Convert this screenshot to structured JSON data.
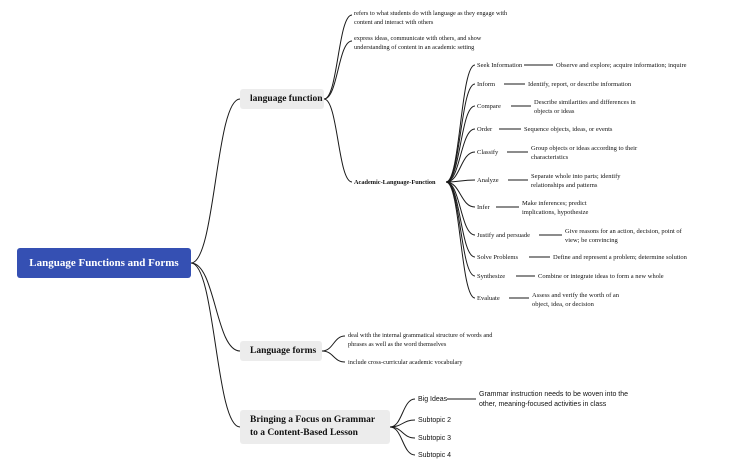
{
  "root": {
    "label": "Language Functions and Forms"
  },
  "branches": {
    "language_function": {
      "label": "language function",
      "notes": [
        "refers to what students do with language as they engage with content and interact with others",
        "express ideas, communicate with others, and show understanding of content in an academic setting"
      ],
      "academic": {
        "label": "Academic-Language-Function",
        "items": [
          {
            "name": "Seek Information",
            "desc": "Observe and explore; acquire information; inquire"
          },
          {
            "name": "Inform",
            "desc": "Identify, report, or describe information"
          },
          {
            "name": "Compare",
            "desc": "Describe similarities and differences in objects or ideas"
          },
          {
            "name": "Order",
            "desc": "Sequence objects, ideas, or events"
          },
          {
            "name": "Classify",
            "desc": "Group objects or ideas according to their characteristics"
          },
          {
            "name": "Analyze",
            "desc": "Separate whole into parts; identify relationships and patterns"
          },
          {
            "name": "Infer",
            "desc": "Make inferences; predict implications, hypothesize"
          },
          {
            "name": "Justify and persuade",
            "desc": "Give reasons for an action, decision, point of view; be convincing"
          },
          {
            "name": "Solve Problems",
            "desc": "Define and represent a problem; determine solution"
          },
          {
            "name": "Synthesize",
            "desc": "Combine or integrate ideas to form a new whole"
          },
          {
            "name": "Evaluate",
            "desc": "Assess and verify the worth of an object, idea, or decision"
          }
        ]
      }
    },
    "language_forms": {
      "label": "Language forms",
      "notes": [
        "deal with the internal grammatical structure of words and phrases as well as the word themselves",
        "include cross-curricular academic vocabulary"
      ]
    },
    "grammar": {
      "label": "Bringing a Focus on Grammar to a Content-Based Lesson",
      "subtopics": [
        {
          "name": "Big Ideas",
          "desc": "Grammar instruction needs to be woven into the other, meaning-focused activities in class"
        },
        {
          "name": "Subtopic 2"
        },
        {
          "name": "Subtopic 3"
        },
        {
          "name": "Subtopic 4"
        }
      ]
    }
  }
}
